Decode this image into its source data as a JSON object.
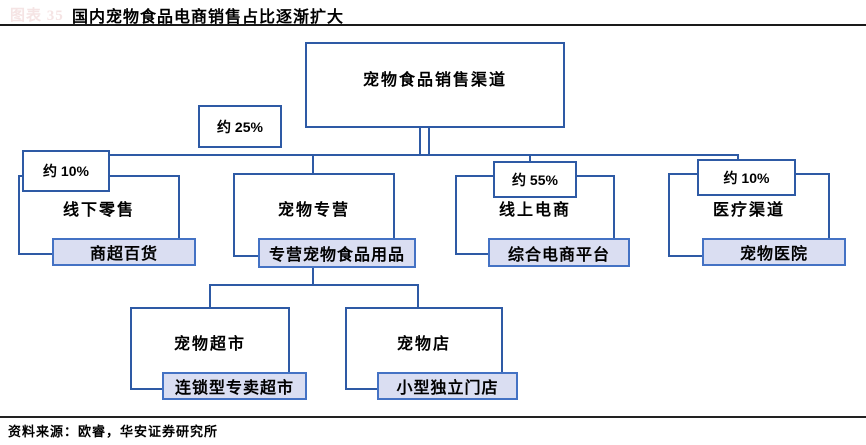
{
  "header": {
    "figure_label": "图表 35",
    "title": "国内宠物食品电商销售占比逐渐扩大"
  },
  "chart": {
    "type": "org-flowchart",
    "root": {
      "label": "宠物食品销售渠道"
    },
    "branches": [
      {
        "share": "约 10%",
        "name": "线下零售",
        "detail": "商超百货"
      },
      {
        "share": "约 25%",
        "name": "宠物专营",
        "detail": "专营宠物食品用品"
      },
      {
        "share": "约 55%",
        "name": "线上电商",
        "detail": "综合电商平台"
      },
      {
        "share": "约 10%",
        "name": "医疗渠道",
        "detail": "宠物医院"
      }
    ],
    "sub_branches": [
      {
        "name": "宠物超市",
        "detail": "连锁型专卖超市"
      },
      {
        "name": "宠物店",
        "detail": "小型独立门店"
      }
    ]
  },
  "footer": {
    "source": "资料来源：欧睿，华安证券研究所"
  },
  "colors": {
    "node_border": "#2e5aa5",
    "fill_box_border": "#4472c4",
    "fill_box_bg": "#dadef2",
    "rule": "#1a1a1a",
    "faint_label": "#f5e4e4"
  }
}
